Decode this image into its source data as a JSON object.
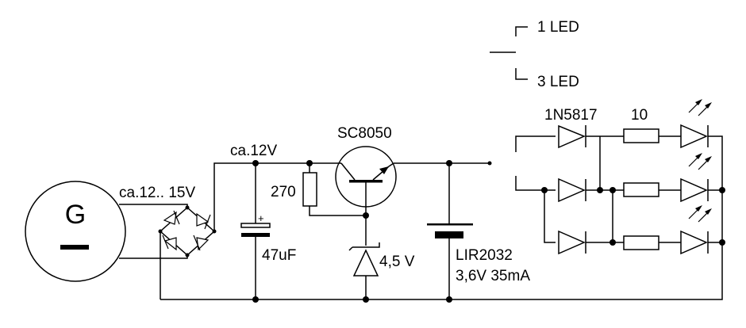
{
  "generator": {
    "symbol_letter": "G"
  },
  "labels": {
    "input_voltage": "ca.12.. 15V",
    "rail_voltage": "ca.12V",
    "resistor_base": "270",
    "capacitor_value": "47uF",
    "capacitor_polarity": "+",
    "transistor": "SC8050",
    "zener_voltage": "4,5 V",
    "battery_type": "LIR2032",
    "battery_spec": "3,6V 35mA",
    "switch_option_1": "1 LED",
    "switch_option_3": "3 LED",
    "schottky_diode": "1N5817",
    "led_resistor": "10"
  }
}
